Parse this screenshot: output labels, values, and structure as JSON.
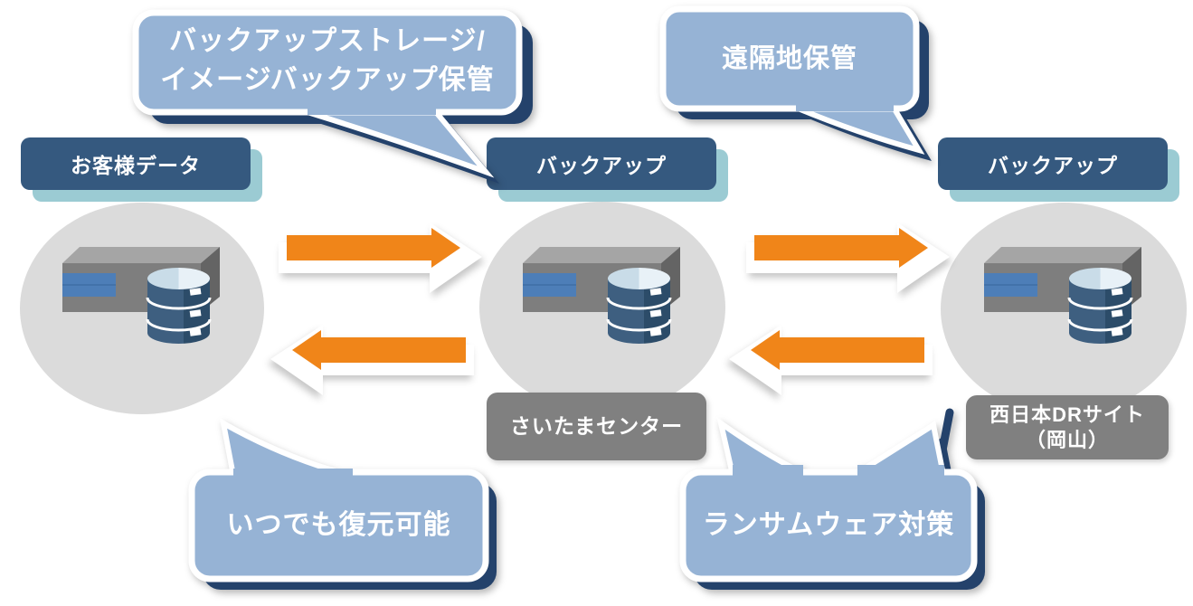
{
  "diagram": {
    "kind": "backup-dr-flow-diagram",
    "colors": {
      "bubble_blue": "#96b3d5",
      "bubble_shadow_navy": "#24426b",
      "node_label_blue": "#35597f",
      "node_label_shadow_teal": "#9bcbd3",
      "site_tag_gray": "#808080",
      "circle_gray": "#dbdbdb",
      "arrow_orange": "#f08519",
      "server_front_gray": "#7e7e7e",
      "server_top_gray": "#a5a5a5",
      "server_side_gray": "#646464",
      "server_stripe_blue": "#4d7eb8",
      "db_body_blue_left": "#3e5f80",
      "db_body_blue_right": "#2c4c69",
      "db_top_light": "#dce9f2"
    },
    "bubbles": {
      "backup_storage": {
        "line1": "バックアップストレージ/",
        "line2": "イメージバックアップ保管"
      },
      "offsite": {
        "label": "遠隔地保管"
      },
      "restore": {
        "label": "いつでも復元可能"
      },
      "ransomware": {
        "label": "ランサムウェア対策"
      }
    },
    "nodes": {
      "customer": {
        "label": "お客様データ"
      },
      "backup_saitama": {
        "label": "バックアップ",
        "site": "さいたまセンター"
      },
      "backup_dr": {
        "label": "バックアップ",
        "site_line1": "西日本DRサイト",
        "site_line2": "（岡山）"
      }
    }
  }
}
